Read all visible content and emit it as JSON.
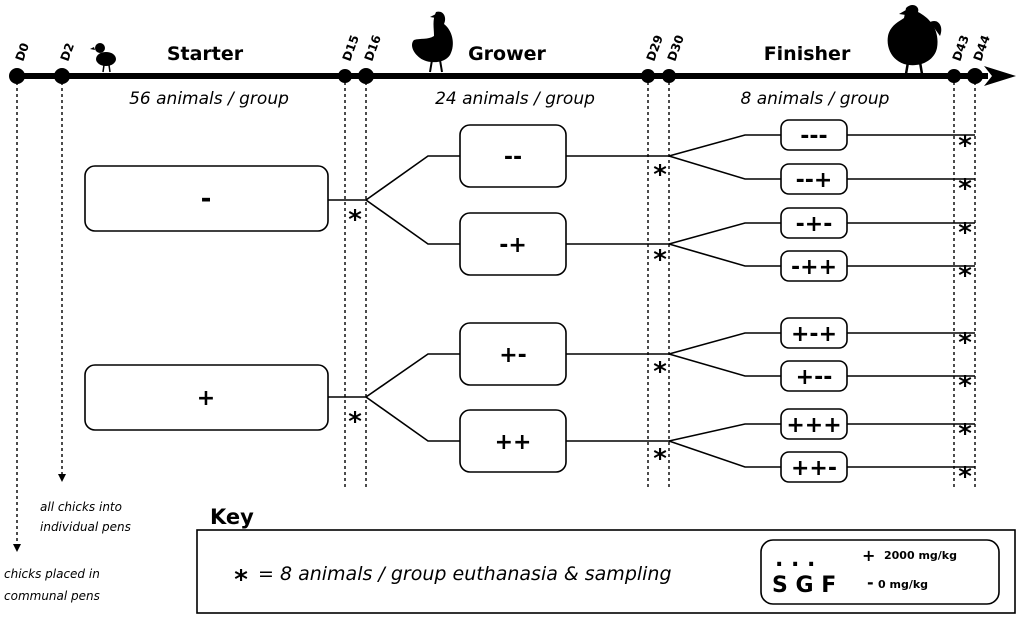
{
  "timeline": {
    "days": [
      "D0",
      "D2",
      "D15",
      "D16",
      "D29",
      "D30",
      "D43",
      "D44"
    ],
    "phases": [
      "Starter",
      "Grower",
      "Finisher"
    ],
    "animal_counts": [
      "56 animals / group",
      "24 animals / group",
      "8 animals / group"
    ]
  },
  "groups": {
    "starter": [
      "-",
      "+"
    ],
    "grower": [
      "--",
      "-+",
      "+-",
      "++"
    ],
    "finisher": [
      "---",
      "--+",
      "-+-",
      "-++",
      "+-+",
      "+--",
      "+++",
      "++-"
    ]
  },
  "sampling_marker": "*",
  "notes": {
    "d2": [
      "all chicks into",
      "individual pens"
    ],
    "d0": [
      "chicks placed in",
      "communal pens"
    ]
  },
  "key": {
    "title": "Key",
    "star_symbol": "*",
    "star_text": "= 8 animals / group euthanasia & sampling",
    "dots": ". . .",
    "letters": "S G F",
    "plus_sign": "+",
    "plus_label": "2000 mg/kg",
    "minus_sign": "-",
    "minus_label": "0 mg/kg"
  }
}
